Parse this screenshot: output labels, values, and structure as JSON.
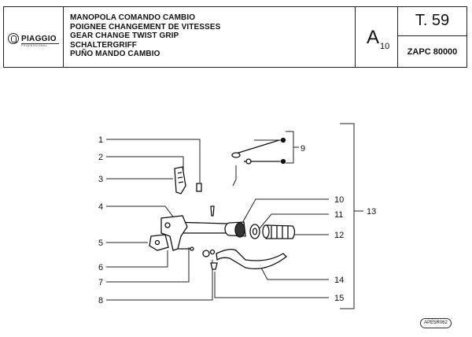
{
  "header": {
    "brand": "PIAGGIO",
    "brand_sub": "PROFESSIONAL",
    "titles": [
      "MANOPOLA COMANDO CAMBIO",
      "POIGNEE CHANGEMENT DE VITESSES",
      "GEAR CHANGE TWIST GRIP",
      "SCHALTERGRIFF",
      "PUÑO MANDO CAMBIO"
    ],
    "section_main": "A",
    "section_sub": "10",
    "table_number": "T. 59",
    "model_code": "ZAPC 80000"
  },
  "diagram": {
    "callouts_left": [
      "1",
      "2",
      "3",
      "4",
      "5",
      "6",
      "7",
      "8"
    ],
    "callouts_right": [
      "10",
      "11",
      "12",
      "14",
      "15"
    ],
    "group_label": "9",
    "assembly_label": "13"
  },
  "footer": {
    "reference": "APE5R062"
  }
}
